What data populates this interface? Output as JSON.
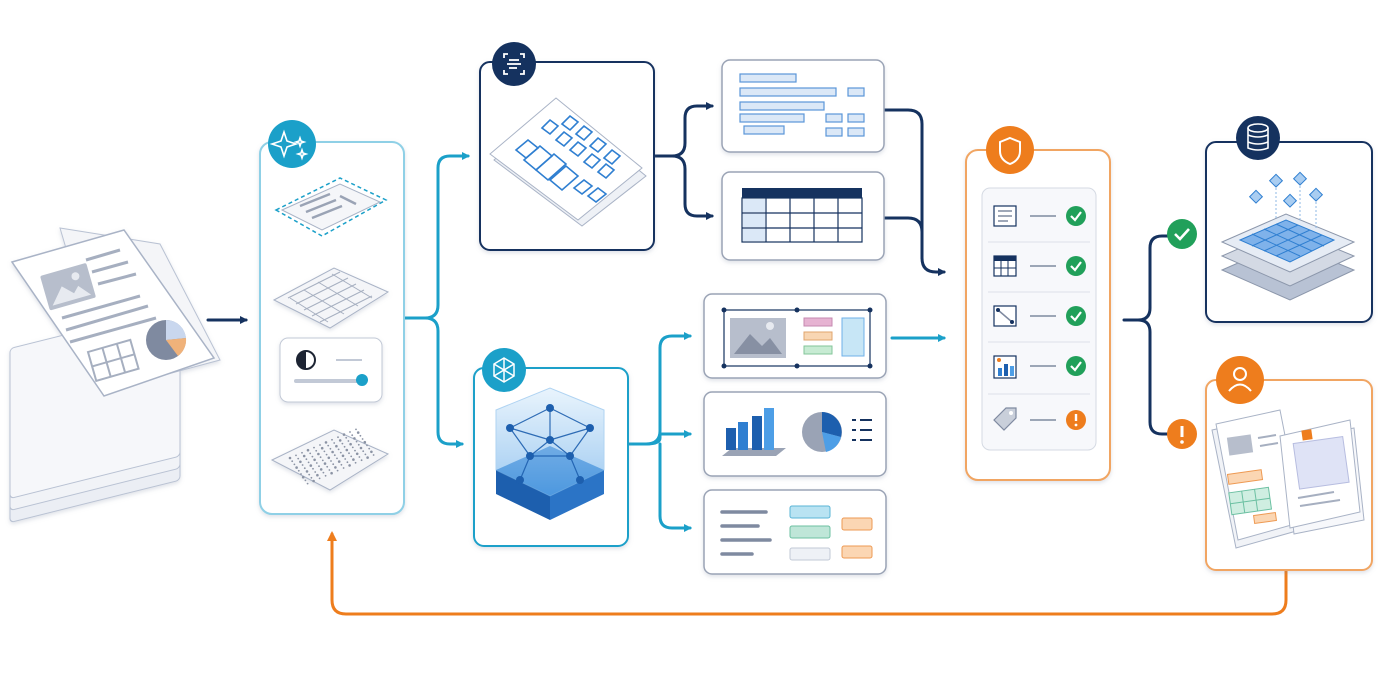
{
  "diagram": {
    "stages": [
      {
        "id": "input-documents",
        "icon": "document-stack-icon"
      },
      {
        "id": "preprocessing",
        "icon": "sparkle-icon",
        "steps": [
          "deskew",
          "grid-detect",
          "contrast-adjust",
          "denoise"
        ]
      },
      {
        "id": "ocr-extraction",
        "icon": "scan-icon",
        "outputs": [
          "form-fields",
          "table"
        ]
      },
      {
        "id": "ai-understanding",
        "icon": "neural-network-icon",
        "outputs": [
          "layout-regions",
          "charts",
          "key-value-pairs"
        ]
      },
      {
        "id": "validation",
        "icon": "shield-icon",
        "checks": [
          {
            "icon": "text-doc-icon",
            "status": "ok"
          },
          {
            "icon": "table-icon",
            "status": "ok"
          },
          {
            "icon": "image-region-icon",
            "status": "ok"
          },
          {
            "icon": "chart-icon",
            "status": "ok"
          },
          {
            "icon": "tag-icon",
            "status": "warning"
          }
        ]
      },
      {
        "id": "structured-database",
        "icon": "database-icon",
        "route": "success"
      },
      {
        "id": "human-review",
        "icon": "user-icon",
        "route": "exception"
      }
    ],
    "colors": {
      "navy": "#15325f",
      "teal": "#1ba0c9",
      "orange": "#ee7d1d",
      "green": "#21a05a",
      "blue": "#2f7fd1"
    }
  }
}
